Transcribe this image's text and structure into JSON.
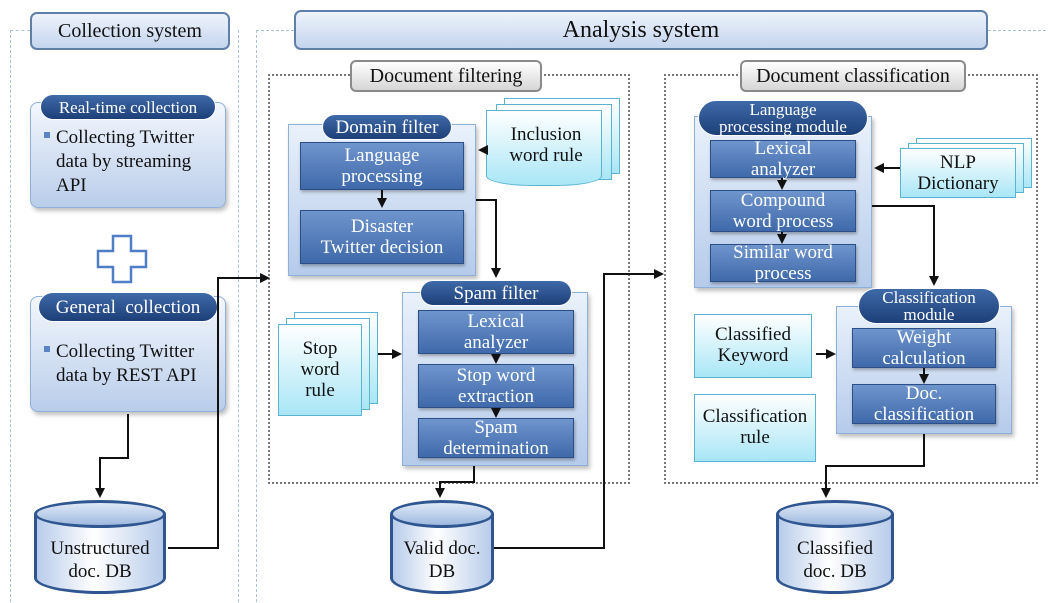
{
  "collection": {
    "title": "Collection system",
    "realtime": {
      "title": "Real-time collection",
      "bullet": [
        "Collecting Twitter",
        "data by streaming",
        "API"
      ]
    },
    "general": {
      "title": "General  collection",
      "bullet": [
        "Collecting Twitter",
        "data by REST API"
      ]
    },
    "db": [
      "Unstructured",
      "doc. DB"
    ]
  },
  "analysis": {
    "title": "Analysis system",
    "filtering": {
      "title": "Document filtering",
      "domain_filter": {
        "title": "Domain filter",
        "steps": [
          [
            "Language",
            "processing"
          ],
          [
            "Disaster",
            "Twitter decision"
          ]
        ]
      },
      "inclusion_rule": [
        "Inclusion",
        "word rule"
      ],
      "stop_rule": [
        "Stop",
        "word",
        "rule"
      ],
      "spam_filter": {
        "title": "Spam filter",
        "steps": [
          [
            "Lexical",
            "analyzer"
          ],
          [
            "Stop word",
            "extraction"
          ],
          [
            "Spam",
            "determination"
          ]
        ]
      },
      "db": [
        "Valid doc.",
        "DB"
      ]
    },
    "classification": {
      "title": "Document classification",
      "language_module": {
        "title": [
          "Language",
          "processing module"
        ],
        "steps": [
          [
            "Lexical",
            "analyzer"
          ],
          [
            "Compound",
            "word process"
          ],
          [
            "Similar word",
            "process"
          ]
        ]
      },
      "nlp_dict": [
        "NLP",
        "Dictionary"
      ],
      "classified_keyword": [
        "Classified",
        "Keyword"
      ],
      "classification_rule": [
        "Classification",
        "rule"
      ],
      "class_module": {
        "title": [
          "Classification",
          "module"
        ],
        "steps": [
          [
            "Weight",
            "calculation"
          ],
          [
            "Doc.",
            "classification"
          ]
        ]
      },
      "db": [
        "Classified",
        "doc. DB"
      ]
    }
  },
  "colors": {
    "header_border": "#5f7fa9",
    "pill": "#1d3f78",
    "step": "#4f79b8",
    "doc": "#a9e6f6",
    "db_border": "#2f5690"
  }
}
